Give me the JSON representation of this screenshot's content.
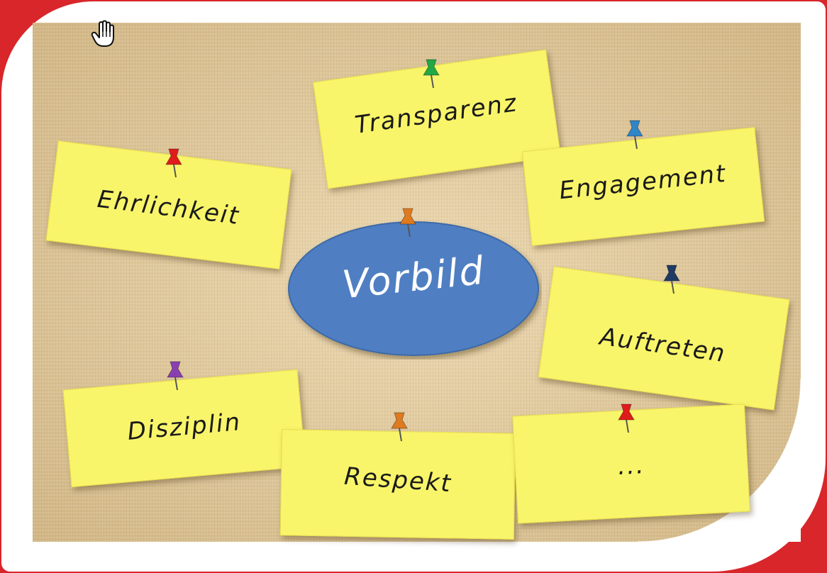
{
  "center": {
    "label": "Vorbild",
    "color": "#4f7fc2"
  },
  "notes": [
    {
      "id": "transparenz",
      "label": "Transparenz",
      "pin_color": "#22a845"
    },
    {
      "id": "engagement",
      "label": "Engagement",
      "pin_color": "#2f86c8"
    },
    {
      "id": "ehrlichkeit",
      "label": "Ehrlichkeit",
      "pin_color": "#e01b1b"
    },
    {
      "id": "auftreten",
      "label": "Auftreten",
      "pin_color": "#1f3b63"
    },
    {
      "id": "disziplin",
      "label": "Disziplin",
      "pin_color": "#8a3fb0"
    },
    {
      "id": "respekt",
      "label": "Respekt",
      "pin_color": "#e07a1f"
    },
    {
      "id": "ellipsis",
      "label": "...",
      "pin_color": "#e01b1b"
    }
  ],
  "center_pin_color": "#e07a1f",
  "colors": {
    "note": "#f9f56a",
    "board": "#ddc596",
    "frame_accent": "#d8262b"
  },
  "icons": {
    "cursor": "hand-pointer-icon",
    "pin": "push-pin-icon"
  }
}
